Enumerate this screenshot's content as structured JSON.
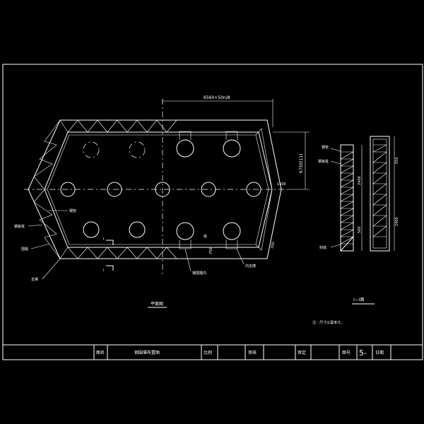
{
  "plan": {
    "dim_top": "6560+50n/8",
    "dim_right": "6750(11)",
    "dim_small_right": "1500",
    "dim_corner": "300",
    "dim_inner": "750",
    "section_mark_top": "Ⅰ",
    "section_mark_bottom": "Ⅰ",
    "title": "平面图",
    "labels": {
      "left_upper": "钢管",
      "left_mid": "钢板桩",
      "left_lower": "围檩",
      "left_bottom": "支撑",
      "pile_note": "桩",
      "bottom_center": "钢围堰内",
      "bottom_right": "内支撑"
    }
  },
  "section": {
    "title": "Ⅰ—Ⅰ面",
    "dim_a": "2400",
    "dim_b": "500",
    "dim_c": "550",
    "dim_d": "2400",
    "label_top": "钢管",
    "label_mid": "钢板桩",
    "label_bottom": "封底"
  },
  "note": "注：尺寸以毫米计。",
  "title_block": {
    "c1": "图名",
    "c2": "钢围堰布置图",
    "c3": "比例",
    "c4": "审核",
    "c5": "审定",
    "c6": "图号",
    "c7": "5-",
    "c8": "日期"
  }
}
